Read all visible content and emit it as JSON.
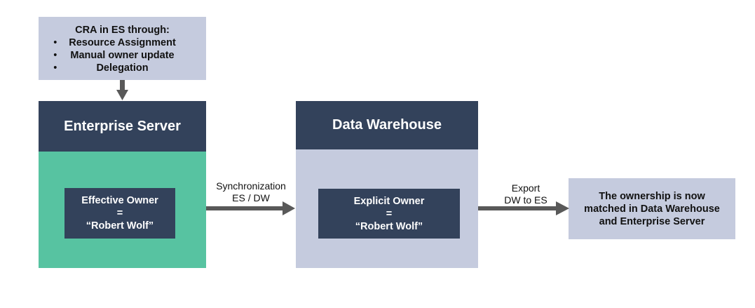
{
  "cra_box": {
    "title": "CRA in ES through:",
    "items": [
      "Resource Assignment",
      "Manual owner update",
      "Delegation"
    ]
  },
  "enterprise_server": {
    "title": "Enterprise Server",
    "owner_label": "Effective Owner",
    "equals": "=",
    "owner_value": "“Robert Wolf”"
  },
  "sync_arrow": {
    "line1": "Synchronization",
    "line2": "ES / DW"
  },
  "data_warehouse": {
    "title": "Data Warehouse",
    "owner_label": "Explicit Owner",
    "equals": "=",
    "owner_value": "“Robert Wolf”"
  },
  "export_arrow": {
    "line1": "Export",
    "line2": "DW to ES"
  },
  "result": {
    "line1": "The ownership is now",
    "line2": "matched in Data Warehouse",
    "line3": "and Enterprise Server"
  },
  "colors": {
    "header_navy": "#33425b",
    "es_green": "#57c3a1",
    "box_lavender": "#c5cbde",
    "arrow_gray": "#595959"
  }
}
